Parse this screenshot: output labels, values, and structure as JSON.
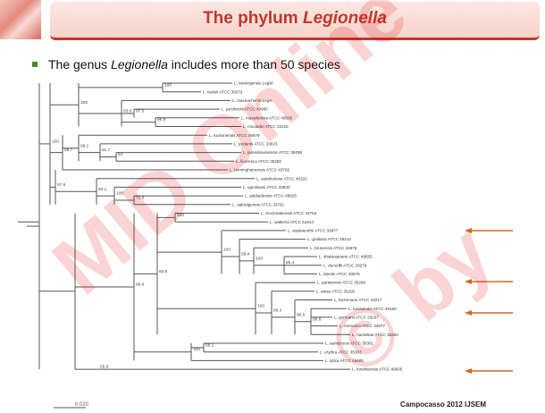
{
  "header": {
    "title_prefix": "The phylum ",
    "title_italic": "Legionella"
  },
  "body": {
    "bullet_pre": "The genus ",
    "bullet_italic": "Legionella",
    "bullet_post": " includes more than 50 species"
  },
  "tree": {
    "leaves": [
      "L. lansingensis LegM",
      "L. feeleii ATCC 35072",
      "L. maceachernii LegA",
      "L. jacobsoni ATCC 49980",
      "L. massiliensis ATCC 49505",
      "L. micdadei ATCC 33218",
      "L. tucsonensis ATCC 49879",
      "L. jordanis ATCC 33623",
      "L. jamestowniensis ATCC 35298",
      "L. fluoresca ATCC 35250",
      "L. birminghamensis ATCC 43702",
      "L. sainthelensi ATCC 49322",
      "L. quinlivanii ATCC 43830",
      "L. adelaidensis ATCC 49625",
      "L. oakridgensis ATCC 33761",
      "L. cincinnatiensis ATCC 43753",
      "L. waltersii ATCC 51914",
      "L. wadsworthii ATCC 33877",
      "L. gratiana ATCC 49413",
      "L. brunensis ATCC 43878",
      "L. shakespearei ATCC 49655",
      "L. dumoffii ATCC 33279",
      "L. steelei ATCC 33876",
      "L. parisiensis ATCC 35299",
      "L. anisa ATCC 35292",
      "L. bozemanii ATCC 33217",
      "L. tunisiensis ATCC 49180",
      "L. gormanii ATCC 33297",
      "L. moravica ATCC 43877",
      "L. hackeliae ATCC 35250",
      "L. santicrucis ATCC 35301",
      "L. erythra ATCC 35303",
      "L. lytica ATCC 49985",
      "L. londiniensis ATCC 49505"
    ],
    "bootstraps": [
      "100",
      "63.6",
      "97.5",
      "96.8",
      "100",
      "99.1",
      "81.7",
      "54",
      "59.7",
      "83.1",
      "100",
      "72.8",
      "97.6",
      "100",
      "100",
      "58.4",
      "100",
      "55.4",
      "100",
      "58.3",
      "96.5",
      "99.6",
      "83.6",
      "58.1",
      "100",
      "99.8",
      "55.8",
      "100"
    ],
    "scale": "0.020",
    "arrow_color": "#d2691e"
  },
  "credit": "Campocasso 2012 IJSEM",
  "watermark": {
    "line1": "MID Online",
    "line2": "© by"
  }
}
